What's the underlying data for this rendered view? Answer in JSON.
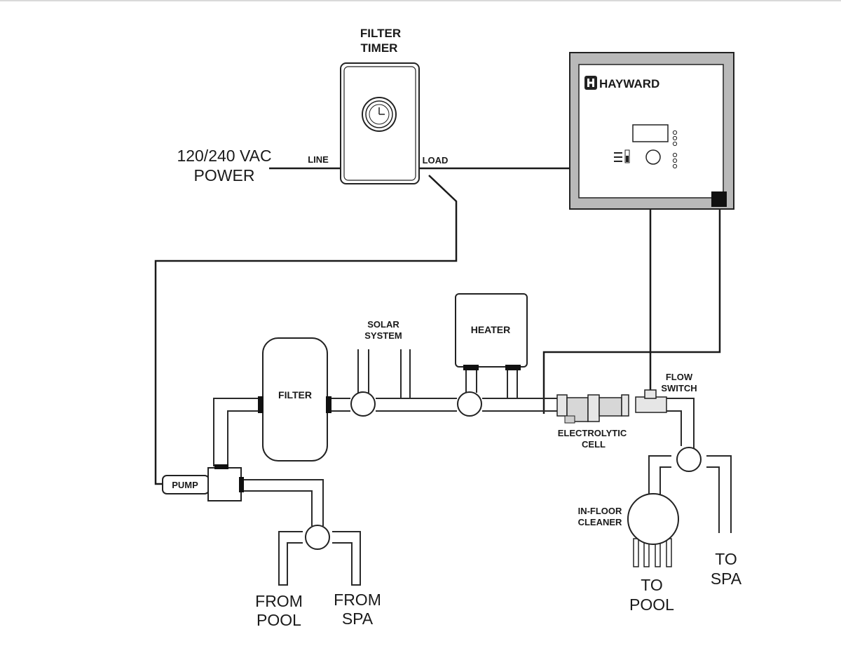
{
  "labels": {
    "filter_timer_line1": "FILTER",
    "filter_timer_line2": "TIMER",
    "power_line1": "120/240 VAC",
    "power_line2": "POWER",
    "line": "LINE",
    "load": "LOAD",
    "brand": "HAYWARD",
    "solar_line1": "SOLAR",
    "solar_line2": "SYSTEM",
    "heater": "HEATER",
    "filter": "FILTER",
    "flow_switch_line1": "FLOW",
    "flow_switch_line2": "SWITCH",
    "cell_line1": "ELECTROLYTIC",
    "cell_line2": "CELL",
    "pump": "PUMP",
    "cleaner_line1": "IN-FLOOR",
    "cleaner_line2": "CLEANER",
    "from_pool_line1": "FROM",
    "from_pool_line2": "POOL",
    "from_spa_line1": "FROM",
    "from_spa_line2": "SPA",
    "to_pool_line1": "TO",
    "to_pool_line2": "POOL",
    "to_spa_line1": "TO",
    "to_spa_line2": "SPA"
  },
  "icons": [
    "clock-icon",
    "hayward-logo-icon",
    "valve-icon",
    "pump-icon"
  ]
}
